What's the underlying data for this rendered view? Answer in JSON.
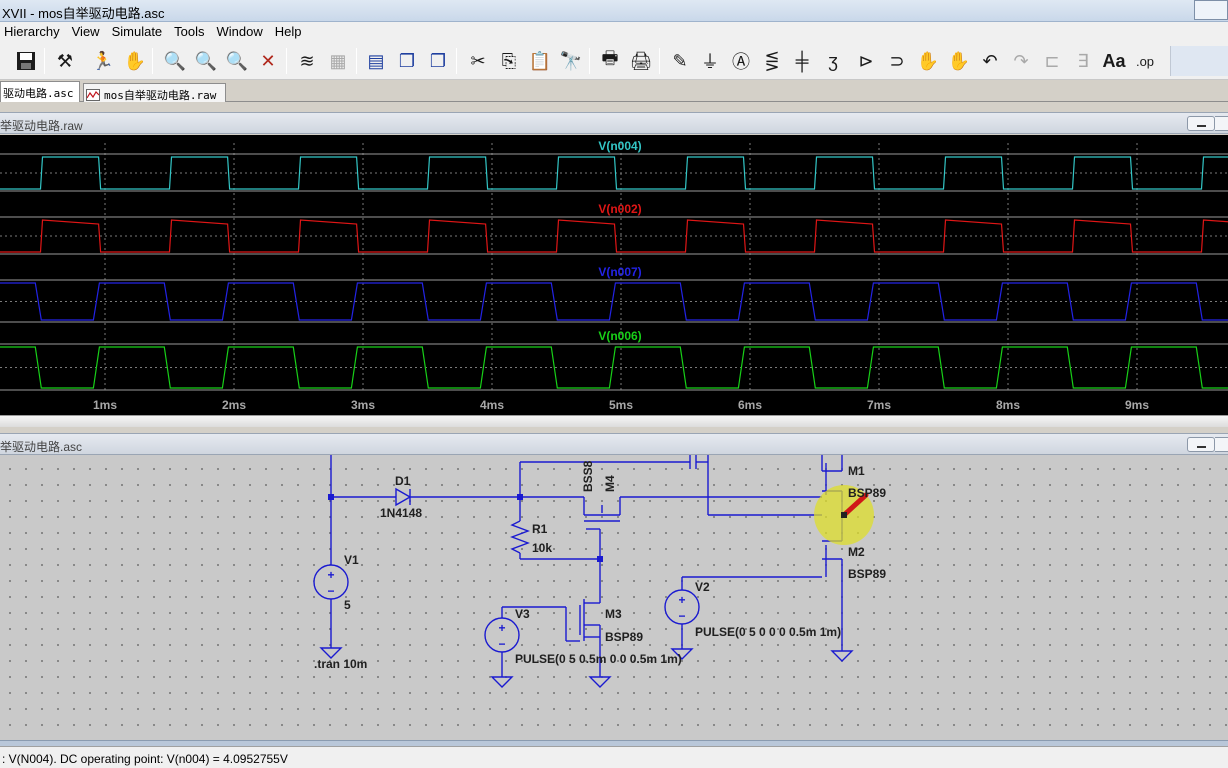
{
  "app": {
    "title": "XVII - mos自举驱动电路.asc"
  },
  "menu": [
    "Hierarchy",
    "View",
    "Simulate",
    "Tools",
    "Window",
    "Help"
  ],
  "tabs": [
    {
      "label": "驱动电路.asc",
      "active": true
    },
    {
      "label": "mos自举驱动电路.raw",
      "active": false
    }
  ],
  "wave_pane": {
    "title": "举驱动电路.raw"
  },
  "schematic_pane": {
    "title": "举驱动电路.asc"
  },
  "chart_data": {
    "type": "line",
    "x_axis": {
      "ticks": [
        "1ms",
        "2ms",
        "3ms",
        "4ms",
        "5ms",
        "6ms",
        "7ms",
        "8ms",
        "9ms"
      ]
    },
    "traces": [
      {
        "name": "V(n004)",
        "color": "#33c6c6"
      },
      {
        "name": "V(n002)",
        "color": "#e01616"
      },
      {
        "name": "V(n007)",
        "color": "#2323e6"
      },
      {
        "name": "V(n006)",
        "color": "#18d018"
      }
    ],
    "grid": true
  },
  "schematic": {
    "labels": {
      "d1": "D1",
      "d1_model": "1N4148",
      "r1": "R1",
      "r1_value": "10k",
      "v1": "V1",
      "v1_value": "5",
      "v2": "V2",
      "v2_value": "PULSE(0 5 0 0 0 0.5m 1m)",
      "v3": "V3",
      "v3_value": "PULSE(0 5 0.5m 0 0 0.5m 1m)",
      "m1": "M1",
      "m1_model": "BSP89",
      "m2": "M2",
      "m2_model": "BSP89",
      "m3": "M3",
      "m3_model": "BSP89",
      "m4": "M4",
      "m4_model": "BSS8",
      "tran": ".tran 10m"
    }
  },
  "status": {
    "text": ": V(N004).  DC operating point: V(n004) = 4.0952755V"
  }
}
